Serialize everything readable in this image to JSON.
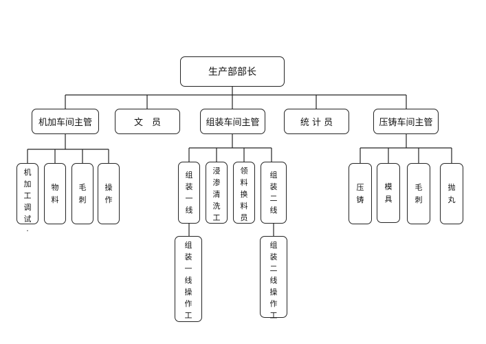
{
  "root": "生产部部长",
  "level1": [
    "机加车间主管",
    "文　员",
    "组装车间主管",
    "统 计 员",
    "压铸车间主管"
  ],
  "machining_children": [
    "机加工调试·",
    "物　料",
    "毛　刺",
    "操　作"
  ],
  "assembly_children": [
    "组装一线",
    "浸渗清洗工",
    "领料换料员",
    "组装二线"
  ],
  "assembly_line_workers": [
    "组装一线操作工",
    "组装二线操作工"
  ],
  "diecast_children": [
    "压　铸",
    "模　具",
    "毛　刺",
    "抛　丸"
  ]
}
